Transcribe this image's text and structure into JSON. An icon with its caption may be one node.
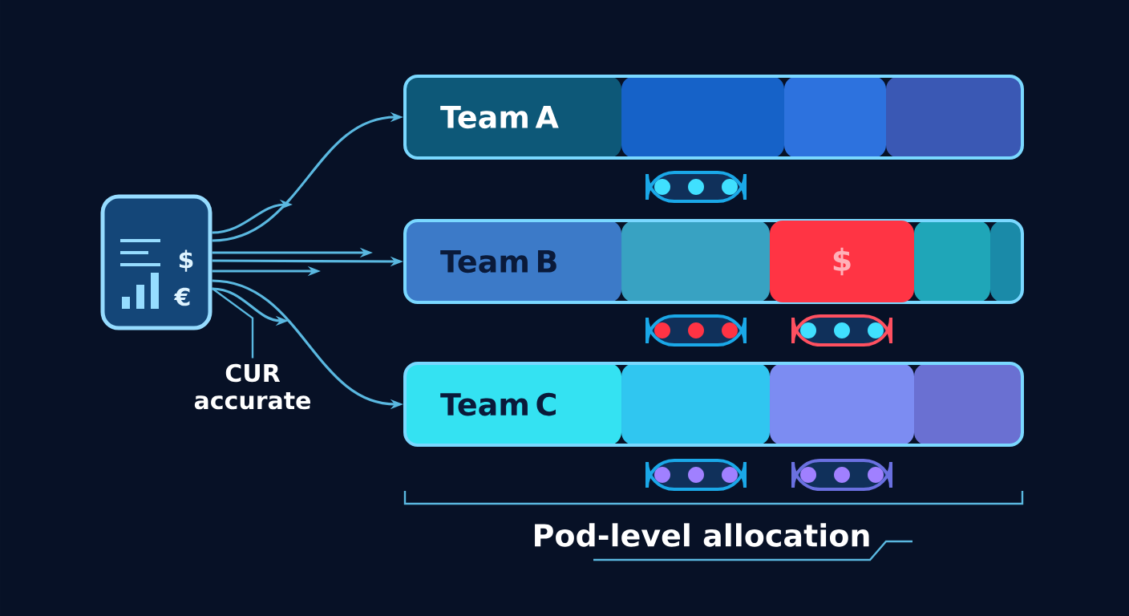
{
  "diagram": {
    "nodes": [
      {
        "text": [],
        "shape": "picture"
      },
      {
        "text": [
          "Team A"
        ]
      },
      {
        "text": [
          "Team B"
        ]
      },
      {
        "text": [
          "Team C"
        ]
      },
      {
        "text": [
          "$"
        ],
        "in": 2
      },
      {
        "text": [
          "CUR accurate"
        ]
      }
    ],
    "edges": [
      {
        "from": 0,
        "to": 1,
        "arrow": "to"
      },
      {
        "from": 0,
        "to": 2,
        "arrow": "to"
      },
      {
        "from": 0,
        "to": 3,
        "arrow": "to"
      },
      {
        "from": 0,
        "to": null,
        "arrow": "to"
      },
      {
        "from": 0,
        "to": null,
        "arrow": "to"
      },
      {
        "from": 0,
        "to": null,
        "arrow": "to"
      },
      {
        "from": 0,
        "to": null,
        "arrow": "to"
      },
      {
        "from": 5,
        "to": 0,
        "arrow": "none"
      }
    ],
    "labels": [
      "$",
      "€",
      "Pod-level allocation"
    ]
  }
}
